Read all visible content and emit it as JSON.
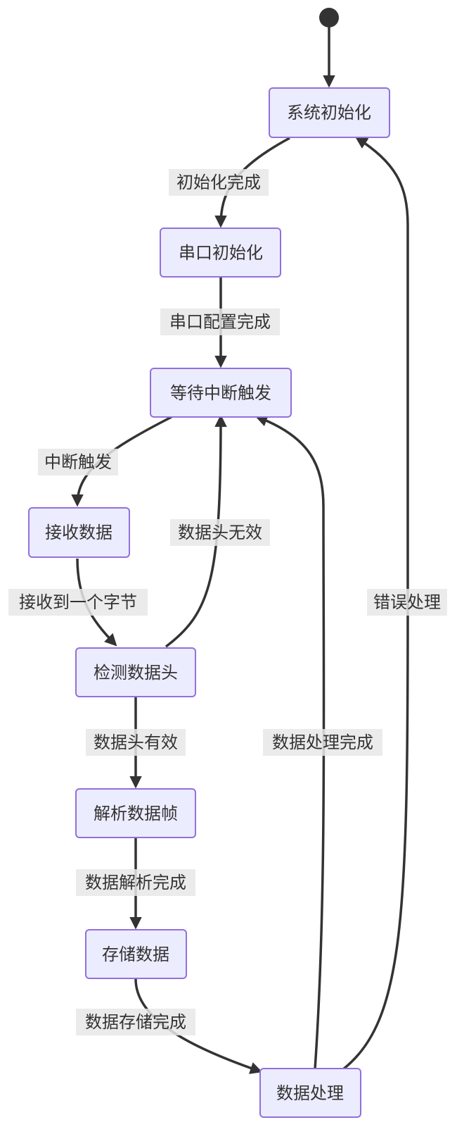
{
  "diagram": {
    "type": "state-diagram",
    "colors": {
      "node_fill": "#ECECFF",
      "node_border": "#9370DB",
      "edge": "#333333",
      "label_bg": "#e8e8e8",
      "text": "#333333"
    },
    "start_marker": "filled-circle",
    "states": [
      {
        "id": "sys_init",
        "label": "系统初始化"
      },
      {
        "id": "uart_init",
        "label": "串口初始化"
      },
      {
        "id": "wait_irq",
        "label": "等待中断触发"
      },
      {
        "id": "recv",
        "label": "接收数据"
      },
      {
        "id": "detect_header",
        "label": "检测数据头"
      },
      {
        "id": "parse_frame",
        "label": "解析数据帧"
      },
      {
        "id": "store",
        "label": "存储数据"
      },
      {
        "id": "process",
        "label": "数据处理"
      }
    ],
    "transitions": [
      {
        "from": "start",
        "to": "sys_init",
        "label": ""
      },
      {
        "from": "sys_init",
        "to": "uart_init",
        "label": "初始化完成"
      },
      {
        "from": "uart_init",
        "to": "wait_irq",
        "label": "串口配置完成"
      },
      {
        "from": "wait_irq",
        "to": "recv",
        "label": "中断触发"
      },
      {
        "from": "recv",
        "to": "detect_header",
        "label": "接收到一个字节"
      },
      {
        "from": "detect_header",
        "to": "wait_irq",
        "label": "数据头无效"
      },
      {
        "from": "detect_header",
        "to": "parse_frame",
        "label": "数据头有效"
      },
      {
        "from": "parse_frame",
        "to": "store",
        "label": "数据解析完成"
      },
      {
        "from": "store",
        "to": "process",
        "label": "数据存储完成"
      },
      {
        "from": "process",
        "to": "wait_irq",
        "label": "数据处理完成"
      },
      {
        "from": "process",
        "to": "sys_init",
        "label": "错误处理"
      }
    ]
  }
}
